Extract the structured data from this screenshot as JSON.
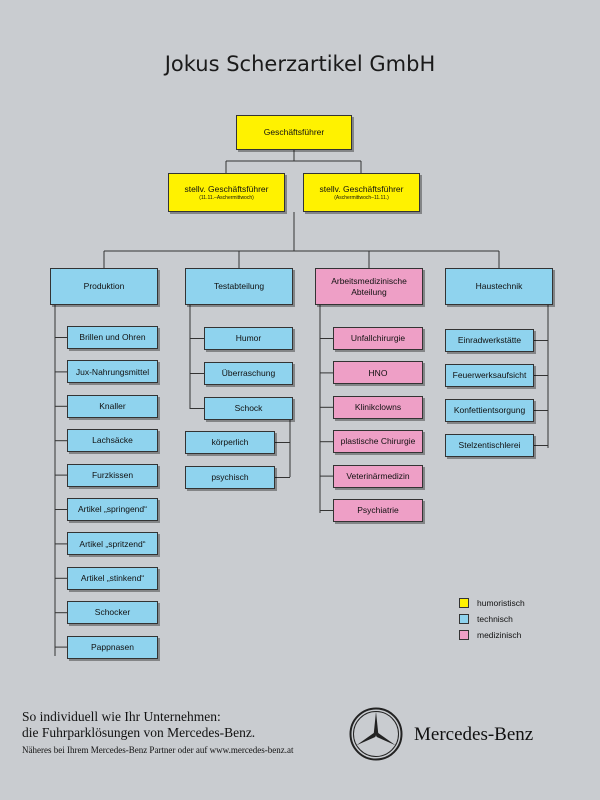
{
  "title": "Jokus Scherzartikel GmbH",
  "ceo": {
    "label": "Geschäftsführer"
  },
  "deputies": [
    {
      "label": "stellv. Geschäftsführer",
      "period": "(11.11.–Aschermittwoch)"
    },
    {
      "label": "stellv. Geschäftsführer",
      "period": "(Aschermittwoch–11.11.)"
    }
  ],
  "departments": [
    {
      "label": "Produktion",
      "category": "technisch"
    },
    {
      "label": "Testabteilung",
      "category": "technisch"
    },
    {
      "label": "Arbeitsmedizinische Abteilung",
      "category": "medizinisch"
    },
    {
      "label": "Haustechnik",
      "category": "technisch"
    }
  ],
  "produktion_units": [
    "Brillen und Ohren",
    "Jux-Nahrungsmittel",
    "Knaller",
    "Lachsäcke",
    "Furzkissen",
    "Artikel „springend“",
    "Artikel „spritzend“",
    "Artikel „stinkend“",
    "Schocker",
    "Pappnasen"
  ],
  "test_units": [
    "Humor",
    "Überraschung",
    "Schock"
  ],
  "schock_units": [
    "körperlich",
    "psychisch"
  ],
  "medizin_units": [
    "Unfallchirurgie",
    "HNO",
    "Klinikclowns",
    "plastische Chirurgie",
    "Veterinärmedizin",
    "Psychiatrie"
  ],
  "haustechnik_units": [
    "Einradwerkstätte",
    "Feuerwerksaufsicht",
    "Konfettientsorgung",
    "Stelzentischlerei"
  ],
  "legend": [
    {
      "label": "humoristisch",
      "color": "#fff200"
    },
    {
      "label": "technisch",
      "color": "#8fd3ee"
    },
    {
      "label": "medizinisch",
      "color": "#ee9fc6"
    }
  ],
  "footer": {
    "slogan_line1": "So individuell wie Ihr Unternehmen:",
    "slogan_line2": "die Fuhrparklösungen von Mercedes-Benz.",
    "info": "Näheres bei Ihrem Mercedes-Benz Partner oder auf www.mercedes-benz.at",
    "brand": "Mercedes-Benz",
    "logo_icon": "mercedes-star-icon"
  }
}
